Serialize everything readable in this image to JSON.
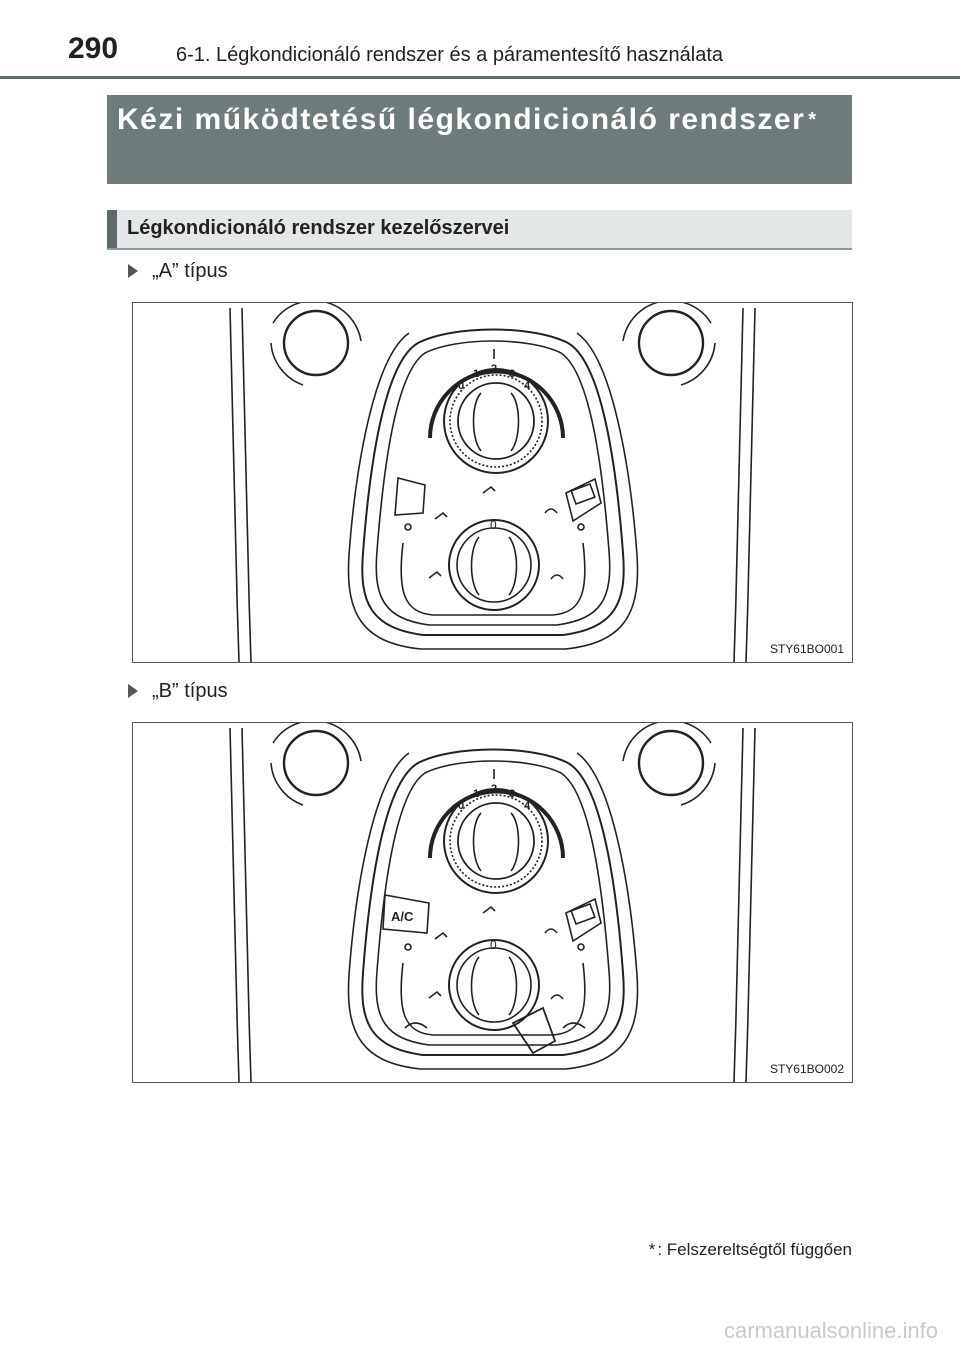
{
  "header": {
    "page_number": "290",
    "chapter": "6-1. Légkondicionáló rendszer és a páramentesítő használata"
  },
  "title": {
    "text": "Kézi működtetésű légkondicionáló rendszer",
    "asterisk": "*"
  },
  "section": {
    "heading": "Légkondicionáló rendszer kezelőszervei"
  },
  "variants": [
    {
      "label": "„A” típus",
      "figure_code": "STY61BO001",
      "fan_scale": [
        "0",
        "1",
        "2",
        "3",
        "4"
      ],
      "mode_knob_label": "0"
    },
    {
      "label": "„B” típus",
      "figure_code": "STY61BO002",
      "fan_scale": [
        "0",
        "1",
        "2",
        "3",
        "4"
      ],
      "mode_knob_label": "0",
      "ac_button_label": "A/C"
    }
  ],
  "footnote": {
    "symbol": "*",
    "text": ": Felszereltségtől függően"
  },
  "watermark": "carmanualsonline.info",
  "colors": {
    "banner": "#6e7b7b",
    "section_bar": "#e4e8e8",
    "rule": "#5f6b6b"
  }
}
